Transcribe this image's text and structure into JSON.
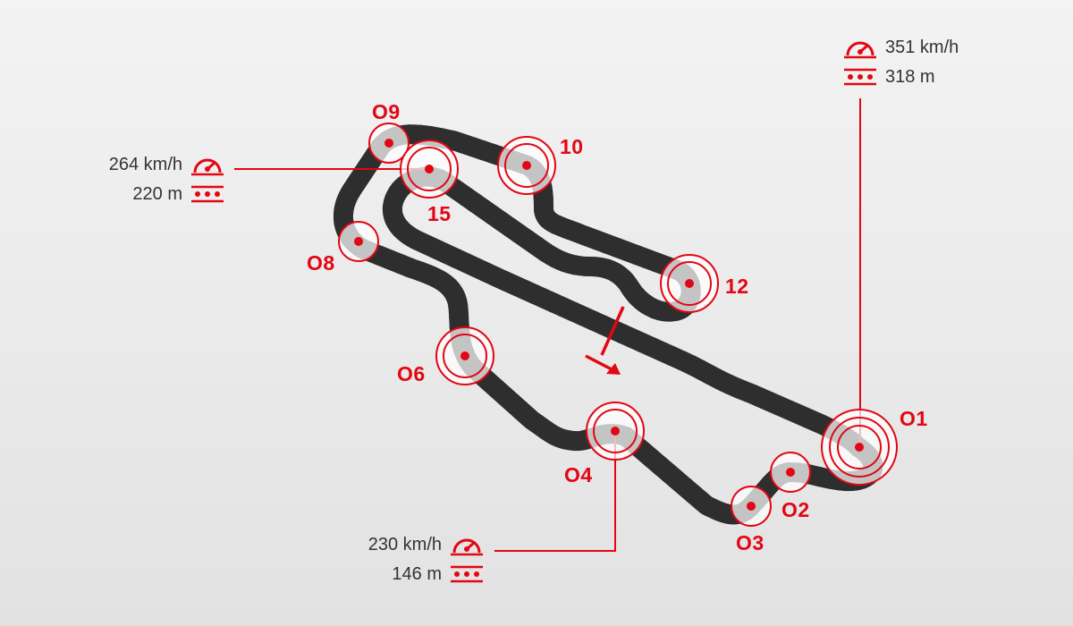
{
  "accent_color": "#e30613",
  "track_color": "#2e2e2e",
  "corners": [
    {
      "id": "01",
      "label": "O1"
    },
    {
      "id": "02",
      "label": "O2"
    },
    {
      "id": "03",
      "label": "O3"
    },
    {
      "id": "04",
      "label": "O4"
    },
    {
      "id": "06",
      "label": "O6"
    },
    {
      "id": "08",
      "label": "O8"
    },
    {
      "id": "09",
      "label": "O9"
    },
    {
      "id": "10",
      "label": "10"
    },
    {
      "id": "12",
      "label": "12"
    },
    {
      "id": "15",
      "label": "15"
    }
  ],
  "callouts": {
    "turn01": {
      "speed": "351 km/h",
      "distance": "318 m",
      "speed_icon": "speedometer-icon",
      "distance_icon": "braking-dots-icon"
    },
    "turn15": {
      "speed": "264 km/h",
      "distance": "220 m",
      "speed_icon": "speedometer-icon",
      "distance_icon": "braking-dots-icon"
    },
    "turn04": {
      "speed": "230 km/h",
      "distance": "146 m",
      "speed_icon": "speedometer-icon",
      "distance_icon": "braking-dots-icon"
    }
  }
}
